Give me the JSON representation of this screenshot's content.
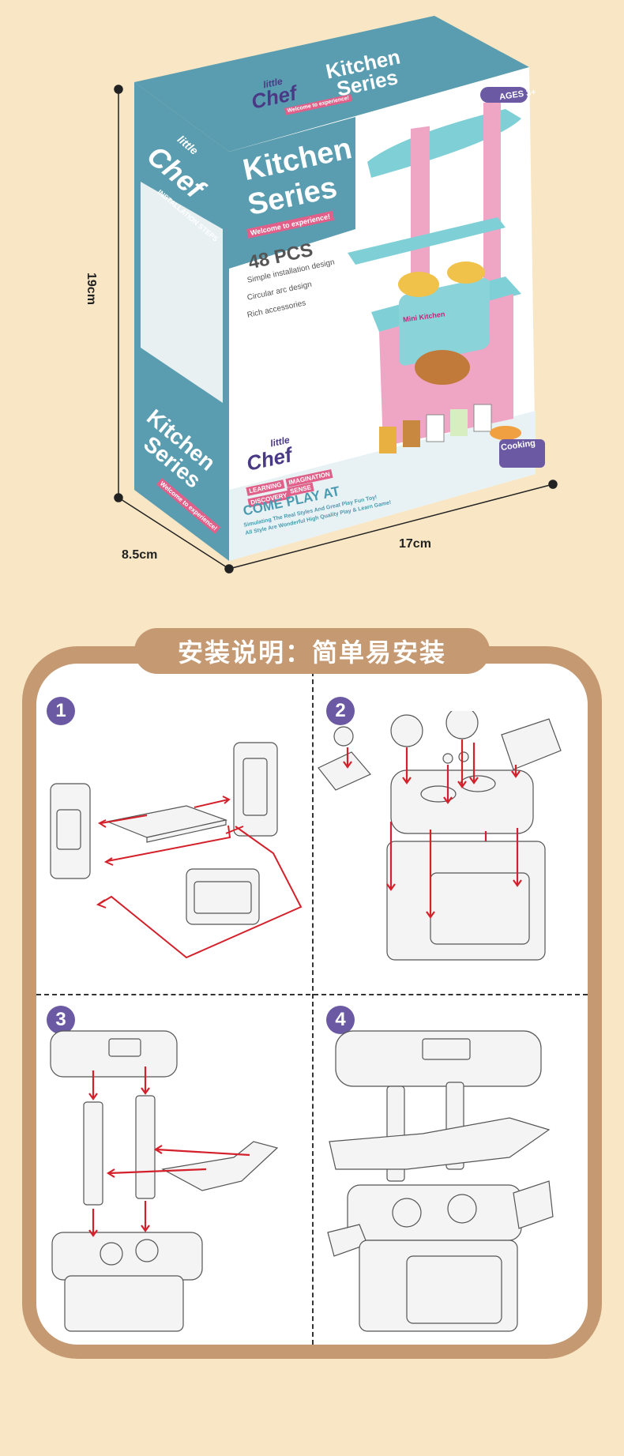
{
  "dimensions": {
    "height": "19cm",
    "depth": "8.5cm",
    "width": "17cm"
  },
  "box": {
    "brand_small": "little",
    "brand_large": "Chef",
    "top_series_line1": "Kitchen",
    "top_series_line2": "Series",
    "top_tagline": "Welcome to experience!",
    "ages": "AGES 3+",
    "title_line1": "Kitchen",
    "title_line2": "Series",
    "welcome": "Welcome to experience!",
    "pcs": "48 PCS",
    "features": [
      "Simple installation design",
      "Circular arc design",
      "Rich accessories"
    ],
    "side_header": "INSTALLATION STEPS",
    "side_series_line1": "Kitchen",
    "side_series_line2": "Series",
    "side_welcome": "Welcome to experience!",
    "tags": [
      "LEARNING",
      "IMAGINATION",
      "DISCOVERY",
      "SENSE"
    ],
    "come_play": "COME PLAY AT",
    "slogan_line1": "Simulating The Real Styles And Great Play Fun Toy!",
    "slogan_line2": "All Style Are Wonderful High Quality Play & Learn Game!",
    "cooking_badge": "Cooking",
    "oven_label": "Mini Kitchen"
  },
  "instructions": {
    "title": "安装说明：简单易安装",
    "steps": [
      "1",
      "2",
      "3",
      "4"
    ]
  },
  "colors": {
    "background": "#f8e6c4",
    "frame": "#c59a73",
    "box_teal": "#5a9db0",
    "box_pink": "#e9a7c3",
    "badge_purple": "#6b5aa3",
    "arrow_red": "#d4202a"
  }
}
